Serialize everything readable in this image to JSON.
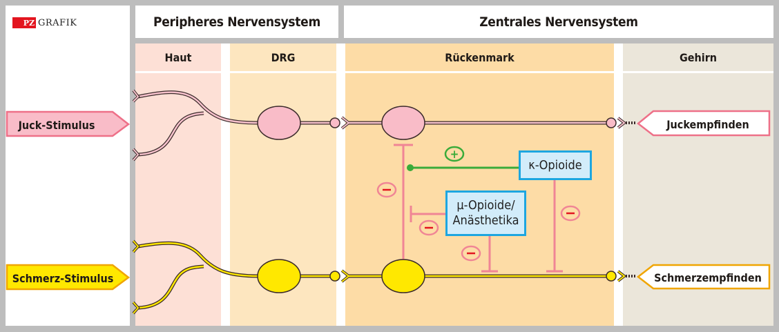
{
  "logo": {
    "badge": "PZ",
    "text": "GRAFIK"
  },
  "headers": {
    "peripheral": "Peripheres Nervensystem",
    "central": "Zentrales Nervensystem"
  },
  "regions": [
    {
      "label": "Haut",
      "color": "#fde0d6"
    },
    {
      "label": "DRG",
      "color": "#fde6bf"
    },
    {
      "label": "Rückenmark",
      "color": "#fddca6"
    },
    {
      "label": "Gehirn",
      "color": "#ebe6da"
    }
  ],
  "stimuli": {
    "itch": {
      "label": "Juck-Stimulus",
      "fill": "#f9bcc8",
      "stroke": "#ee7088"
    },
    "pain": {
      "label": "Schmerz-Stimulus",
      "fill": "#ffe800",
      "stroke": "#f0a500"
    }
  },
  "perceptions": {
    "itch": {
      "label": "Juckempfinden",
      "stroke": "#ee7088"
    },
    "pain": {
      "label": "Schmerzempfinden",
      "stroke": "#f0a500"
    }
  },
  "modulators": {
    "kappa": {
      "label": "κ-Opioide"
    },
    "mu": {
      "line1": "µ-Opioide/",
      "line2": "Anästhetika"
    }
  },
  "signs": {
    "plus": "+",
    "minus": "–"
  },
  "colors": {
    "inhibit": "#f08595",
    "activate": "#3aab3a",
    "sign_minus": "#e3151f"
  }
}
